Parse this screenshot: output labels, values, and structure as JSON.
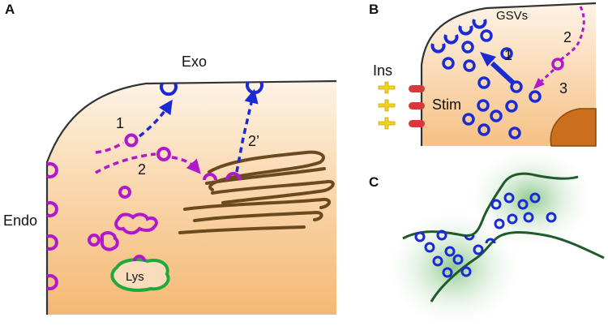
{
  "panels": {
    "a": {
      "letter": "A",
      "exo": "Exo",
      "endo": "Endo",
      "path_1": "1",
      "path_2": "2",
      "path_2_prime": "2’",
      "lys": "Lys"
    },
    "b": {
      "letter": "B",
      "gsvs": "GSVs",
      "ins": "Ins",
      "stim": "Stim",
      "path_1": "1",
      "path_2": "2",
      "path_3": "3"
    },
    "c": {
      "letter": "C"
    }
  },
  "colors": {
    "cell_fill_light": "#fdf1e2",
    "cell_fill_dark": "#f5bf7f",
    "membrane": "#333333",
    "vesicle_blue": "#1a2bd6",
    "vesicle_magenta": "#b018c9",
    "golgi": "#6b4a1f",
    "lysosome": "#22a83a",
    "nucleus": "#cc6f1c",
    "receptor_red": "#d63a3a",
    "insulin_yellow": "#f2d21b",
    "panel_c_line": "#1f5a2a",
    "panel_c_glow": "#6fb46f"
  }
}
